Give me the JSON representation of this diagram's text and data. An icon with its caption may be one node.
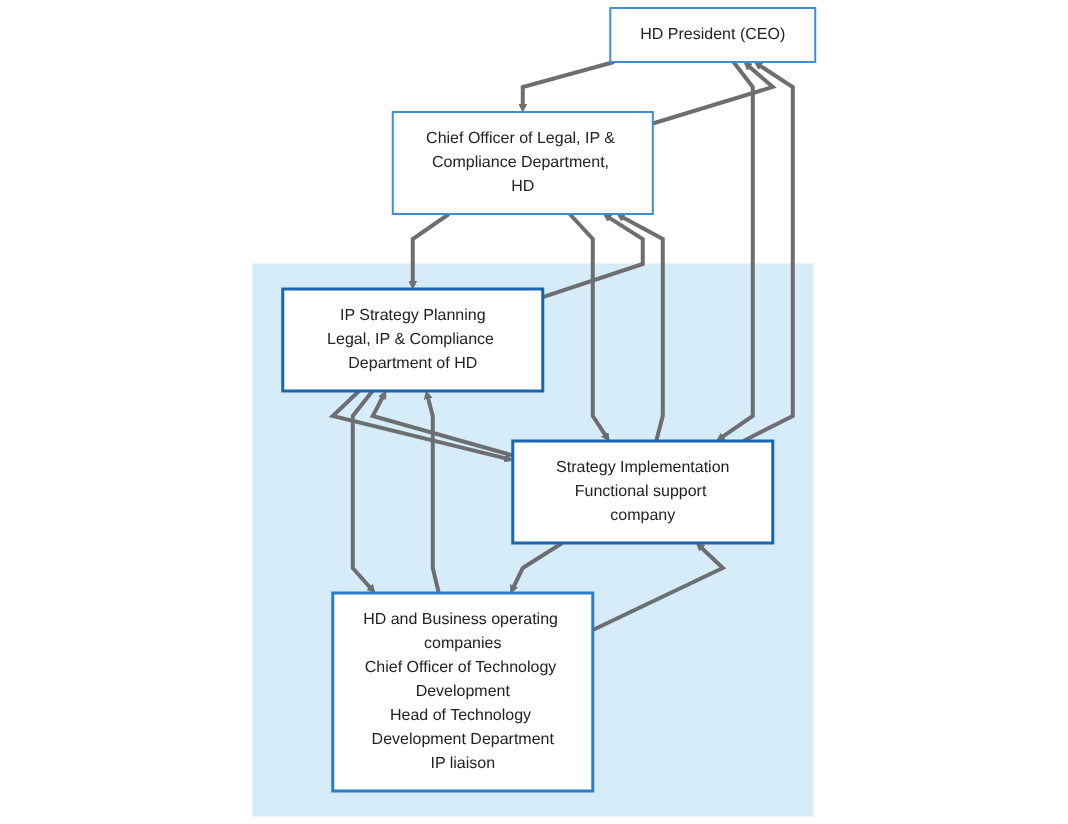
{
  "diagram": {
    "nodes": [
      {
        "text": [
          "HD President (CEO)"
        ]
      },
      {
        "text": [
          "Chief Officer of Legal, IP & Compliance Department, HD"
        ]
      },
      {
        "text": [],
        "shape": "box"
      },
      {
        "text": [
          "IP Strategy Planning",
          "Legal, IP & Compliance Department of HD"
        ],
        "in": 2
      },
      {
        "text": [
          "Strategy Implementation",
          "Functional support company"
        ],
        "in": 2
      },
      {
        "text": [
          "HD and Business operating companies",
          "Chief Officer of Technology Development",
          "Head of Technology Development Department",
          "IP liaison"
        ],
        "in": 2
      }
    ],
    "edges": [
      {
        "from": 1,
        "to": 0,
        "arrow": "to"
      },
      {
        "from": 0,
        "to": 1,
        "arrow": "to"
      },
      {
        "from": 4,
        "to": 0,
        "arrow": "to"
      },
      {
        "from": 0,
        "to": 4,
        "arrow": "to"
      },
      {
        "from": 3,
        "to": 1,
        "arrow": "to"
      },
      {
        "from": 1,
        "to": 3,
        "arrow": "to"
      },
      {
        "from": 4,
        "to": 1,
        "arrow": "to"
      },
      {
        "from": 1,
        "to": 4,
        "arrow": "to"
      },
      {
        "from": 3,
        "to": 4,
        "arrow": "to"
      },
      {
        "from": 4,
        "to": 3,
        "arrow": "to"
      },
      {
        "from": 5,
        "to": 3,
        "arrow": "to"
      },
      {
        "from": 3,
        "to": 5,
        "arrow": "to"
      },
      {
        "from": 5,
        "to": 4,
        "arrow": "to"
      },
      {
        "from": 4,
        "to": 5,
        "arrow": "to"
      }
    ]
  }
}
